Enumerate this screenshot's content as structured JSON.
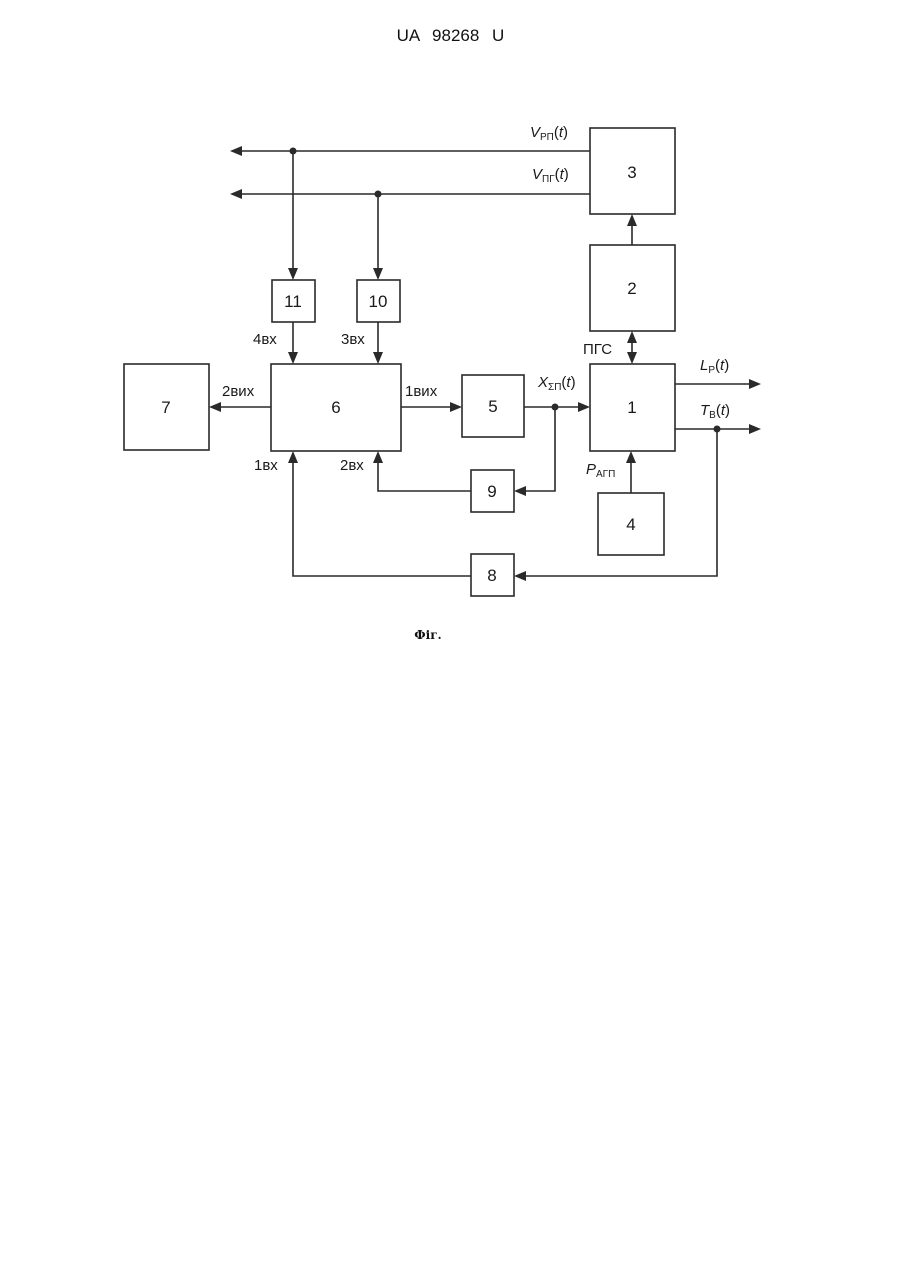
{
  "header": {
    "text": "UA 98268 U"
  },
  "caption": "Фіг.",
  "blocks": {
    "b1": "1",
    "b2": "2",
    "b3": "3",
    "b4": "4",
    "b5": "5",
    "b6": "6",
    "b7": "7",
    "b8": "8",
    "b9": "9",
    "b10": "10",
    "b11": "11"
  },
  "labels": {
    "v_rp": {
      "main": "V",
      "sub": "РП",
      "arg": "(",
      "t": "t",
      "close": ")"
    },
    "v_pg": {
      "main": "V",
      "sub": "ПГ",
      "arg": "(",
      "t": "t",
      "close": ")"
    },
    "x_sp": {
      "main": "X",
      "sub": "ΣП",
      "arg": "(",
      "t": "t",
      "close": ")"
    },
    "l_r": {
      "main": "L",
      "sub": "Р",
      "arg": "(",
      "t": "t",
      "close": ")"
    },
    "t_v": {
      "main": "T",
      "sub": "В",
      "arg": "(",
      "t": "t",
      "close": ")"
    },
    "p_agp": {
      "main": "P",
      "sub": "АГП"
    },
    "pgs": "ПГС",
    "in4": "4вх",
    "in3": "3вх",
    "in1": "1вх",
    "in2": "2вх",
    "out1": "1вих",
    "out2": "2вих"
  }
}
